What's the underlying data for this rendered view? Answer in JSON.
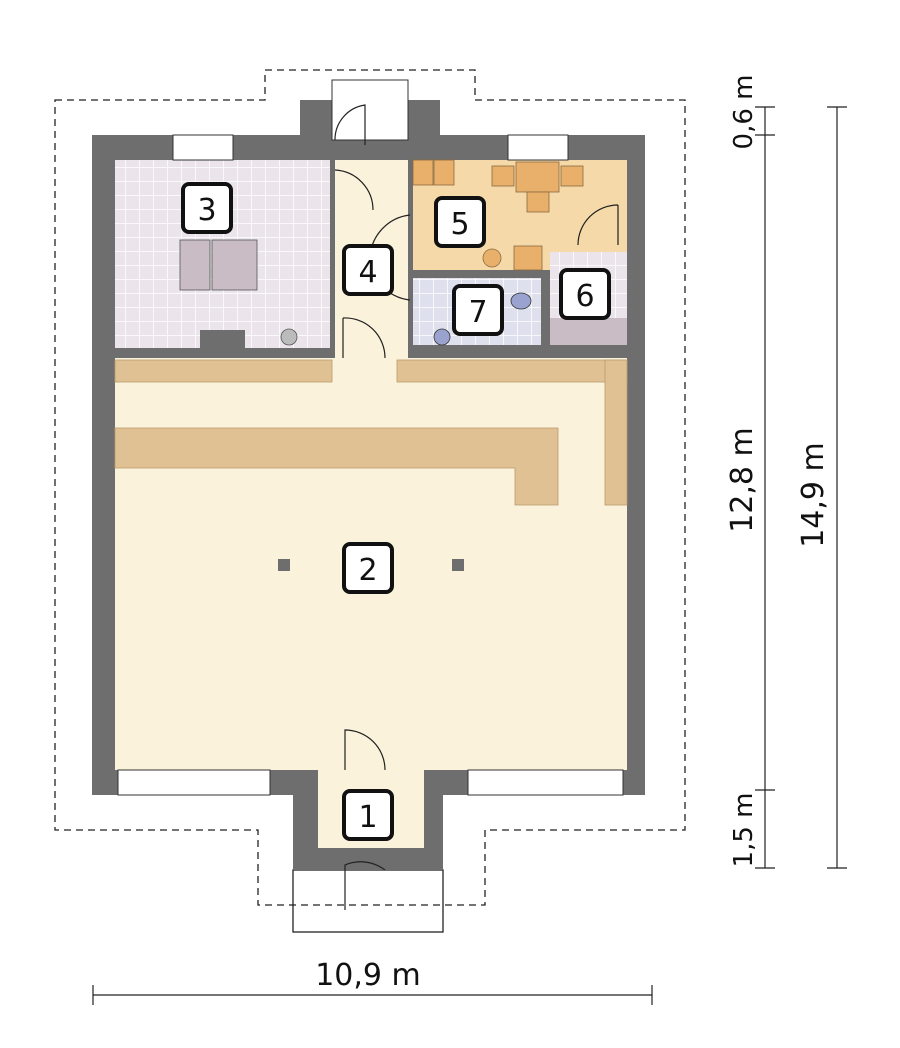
{
  "rooms": [
    {
      "number": "1"
    },
    {
      "number": "2"
    },
    {
      "number": "3"
    },
    {
      "number": "4"
    },
    {
      "number": "5"
    },
    {
      "number": "6"
    },
    {
      "number": "7"
    }
  ],
  "dimensions": {
    "width": "10,9 m",
    "top_overhang": "0,6 m",
    "main_depth": "12,8 m",
    "entrance_depth": "1,5 m",
    "total_depth": "14,9 m"
  },
  "colors": {
    "wall": "#6e6e6e",
    "main_floor": "#fbf2dc",
    "kitchen_floor": "#f5d9a8",
    "counter": "#dfc194",
    "tile_room3": "#ebe5eb",
    "tile_room7": "#dfe0ee"
  }
}
